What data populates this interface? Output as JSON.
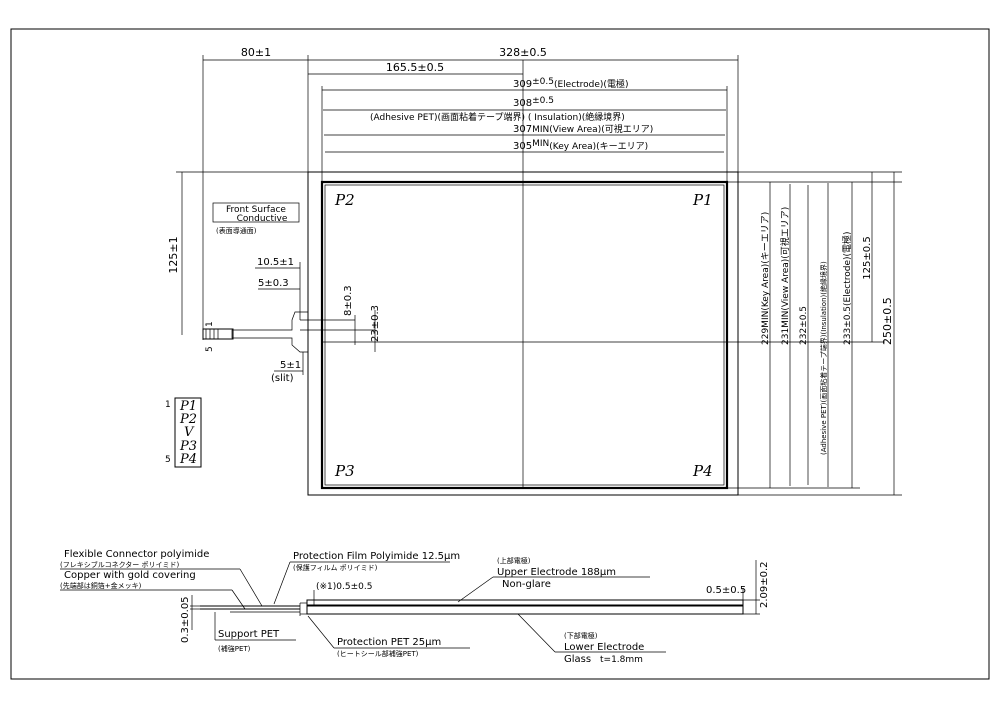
{
  "plan": {
    "dim_width_total": "328±0.5",
    "dim_tail_offset": "80±1",
    "dim_center": "165.5±0.5",
    "dim_electrode": "309",
    "dim_electrode_tol": "±0.5",
    "dim_electrode_label": "(Electrode)(電極)",
    "dim_insulation": "308",
    "dim_insulation_tol": "±0.5",
    "dim_insulation_label": "(Adhesive PET)(画面粘着テープ端界) ( Insulation)(絶縁境界)",
    "dim_view": "307",
    "dim_view_tol": "MIN",
    "dim_view_label": "(View Area)(可視エリア)",
    "dim_key": "305",
    "dim_key_tol": "MIN",
    "dim_key_label": "(Key Area)(キーエリア)",
    "dim_height_half_left": "125±1",
    "dim_tail_width": "10.5±1",
    "dim_tail_5": "5±0.3",
    "dim_8": "8±0.3",
    "dim_23": "23±0.3",
    "dim_slit": "5±1",
    "slit_label": "(slit)",
    "dim_v_key": "229MIN(Key Area)(キーエリア)",
    "dim_v_view": "231MIN(View Area)(可視エリア)",
    "dim_v_ins_a": "232±0.5",
    "dim_v_ins_b": "(Adhesive PET)(画面粘着テープ端界)(Insulation)(絶縁境界)",
    "dim_v_electrode": "233±0.5(Electrode)(電極)",
    "dim_v_half": "125±0.5",
    "dim_v_total": "250±0.5",
    "front_surface_1": "Front Surface",
    "front_surface_2": "Conductive",
    "front_surface_jp": "(表面導通面)",
    "corners": [
      "P2",
      "P1",
      "P3",
      "P4"
    ],
    "tail_pin_1": "1",
    "tail_pin_5": "5"
  },
  "pin_table": {
    "first_num": "1",
    "last_num": "5",
    "pins": [
      "P1",
      "P2",
      "V",
      "P3",
      "P4"
    ]
  },
  "section": {
    "flex_1": "Flexible Connector polyimide",
    "flex_2": "(フレキシブルコネクター ポリイミド)",
    "flex_3": "Copper with gold covering",
    "flex_4": "(先端部は銅箔+金メッキ)",
    "prot_film": "Protection Film Polyimide 12.5μm",
    "prot_film_jp": "(保護フィルム ポリイミド)",
    "note_1": "(※1)0.5±0.5",
    "upper_jp": "(上部電極)",
    "upper_1": "Upper Electrode 188μm",
    "upper_2": "Non-glare",
    "right_05": "0.5±0.5",
    "right_209": "2.09±0.2",
    "left_03": "0.3±0.05",
    "support": "Support PET",
    "support_jp": "(補強PET)",
    "prot_pet": "Protection PET 25μm",
    "prot_pet_jp": "(ヒートシール部補強PET)",
    "lower_jp": "(下部電極)",
    "lower_1": "Lower Electrode",
    "glass": "Glass",
    "glass_t": "t=1.8mm"
  }
}
